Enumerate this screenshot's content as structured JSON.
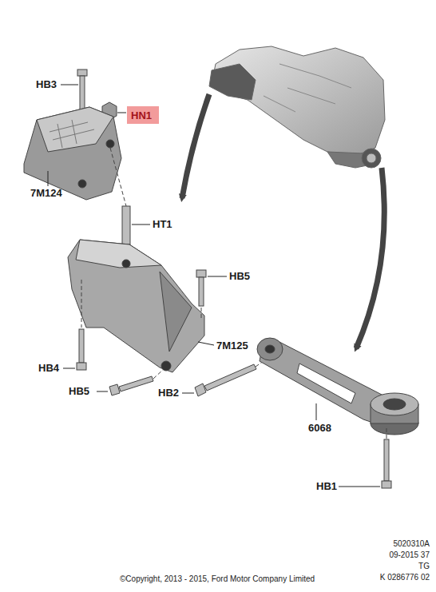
{
  "diagram": {
    "nodes": [
      {
        "text": [
          "HN1"
        ]
      }
    ],
    "labels": [
      "HB3",
      "7M124",
      "HT1",
      "HB5",
      "7M125",
      "HB4",
      "HB5",
      "HB2",
      "6068",
      "HB1",
      "5020310A",
      "09-2015 37",
      "TG",
      "K 0286776 02",
      "©Copyright, 2013 - 2015, Ford Motor Company Limited"
    ]
  }
}
